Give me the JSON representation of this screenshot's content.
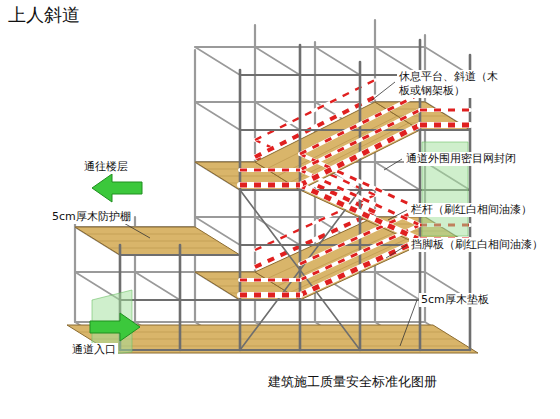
{
  "diagram": {
    "title": "上人斜道",
    "caption": "建筑施工质量安全标准化图册",
    "labels": [
      "休息平台、斜道（木板或钢架板）",
      "通道外围用密目网封闭",
      "栏杆（刷红白相间油漆）",
      "挡脚板（刷红白相间油漆）",
      "5cm厚木垫板",
      "5cm厚木防护棚",
      "通往楼层",
      "通道入口"
    ]
  }
}
